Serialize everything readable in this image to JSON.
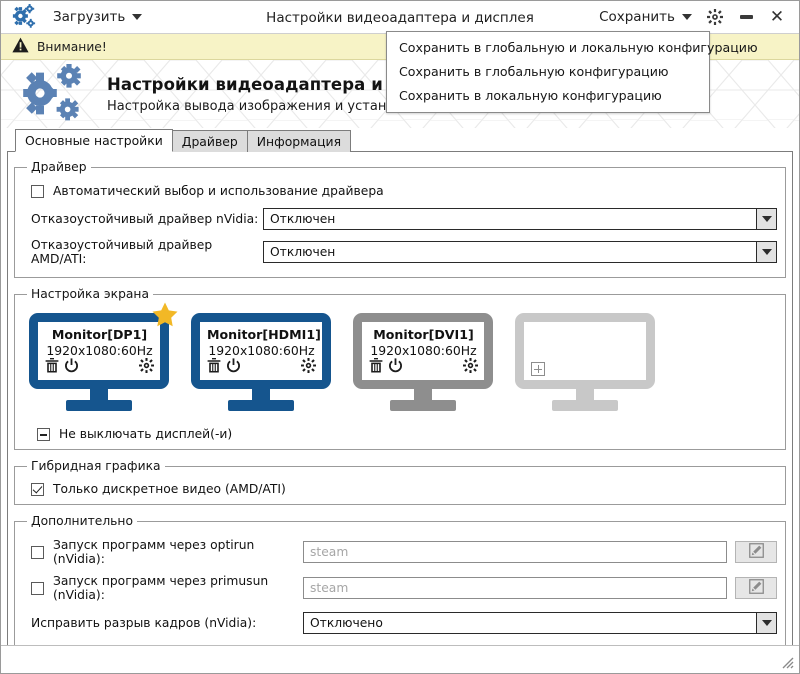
{
  "titlebar": {
    "app_icon": "gears-icon",
    "load_menu_label": "Загрузить",
    "title": "Настройки видеоадаптера и дисплея",
    "save_menu_label": "Сохранить",
    "settings_icon": "gear-icon",
    "minimize_icon": "minimize-icon",
    "close_icon": "close-icon"
  },
  "save_menu": {
    "items": [
      "Сохранить в глобальную и локальную конфигурацию",
      "Сохранить в глобальную конфигурацию",
      "Сохранить в локальную конфигурацию"
    ]
  },
  "warning": {
    "icon": "warning-triangle-icon",
    "text": "Внимание!"
  },
  "banner": {
    "icon": "gears-icon",
    "title": "Настройки видеоадаптера и дисплея",
    "subtitle": "Настройка вывода изображения и установка драйвера видеокарты"
  },
  "tabs": [
    {
      "label": "Основные настройки",
      "active": true
    },
    {
      "label": "Драйвер",
      "active": false
    },
    {
      "label": "Информация",
      "active": false
    }
  ],
  "driver_group": {
    "legend": "Драйвер",
    "auto_checkbox": {
      "label": "Автоматический выбор и использование драйвера",
      "state": "unchecked"
    },
    "nvidia": {
      "label": "Отказоустойчивый драйвер nVidia:",
      "value": "Отключен"
    },
    "amd": {
      "label": "Отказоустойчивый драйвер AMD/ATI:",
      "value": "Отключен"
    }
  },
  "screen_group": {
    "legend": "Настройка экрана",
    "monitors": [
      {
        "name": "Monitor[DP1]",
        "mode": "1920x1080:60Hz",
        "state": "active",
        "primary": true,
        "icons": [
          "trash-icon",
          "power-icon",
          "gear-icon"
        ]
      },
      {
        "name": "Monitor[HDMI1]",
        "mode": "1920x1080:60Hz",
        "state": "active",
        "primary": false,
        "icons": [
          "trash-icon",
          "power-icon",
          "gear-icon"
        ]
      },
      {
        "name": "Monitor[DVI1]",
        "mode": "1920x1080:60Hz",
        "state": "disabled",
        "primary": false,
        "icons": [
          "trash-icon",
          "power-icon",
          "gear-icon"
        ]
      },
      {
        "name": "",
        "mode": "",
        "state": "empty",
        "primary": false,
        "icons": [
          "plus-icon"
        ]
      }
    ],
    "dpms_checkbox": {
      "label": "Не выключать дисплей(-и)",
      "state": "partial"
    }
  },
  "hybrid_group": {
    "legend": "Гибридная графика",
    "discrete_checkbox": {
      "label": "Только дискретное видео (AMD/ATI)",
      "state": "checked"
    }
  },
  "extra_group": {
    "legend": "Дополнительно",
    "optirun": {
      "label": "Запуск программ через optirun (nVidia):",
      "state": "unchecked",
      "placeholder": "steam",
      "value": "",
      "edit_icon": "edit-pencil-icon"
    },
    "primusun": {
      "label": "Запуск программ через primusun (nVidia):",
      "state": "unchecked",
      "placeholder": "steam",
      "value": "",
      "edit_icon": "edit-pencil-icon"
    },
    "tearfree": {
      "label": "Исправить разрыв кадров (nVidia):",
      "value": "Отключено"
    }
  },
  "statusbar": {
    "resize_icon": "resize-grip-icon"
  },
  "colors": {
    "accent_blue": "#15558e",
    "banner_gear_blue": "#5b82b4",
    "warning_bg": "#f7f3c6",
    "star_yellow": "#f2b826",
    "disabled_gray": "#8e8e8e",
    "empty_gray": "#c8c8c8"
  }
}
